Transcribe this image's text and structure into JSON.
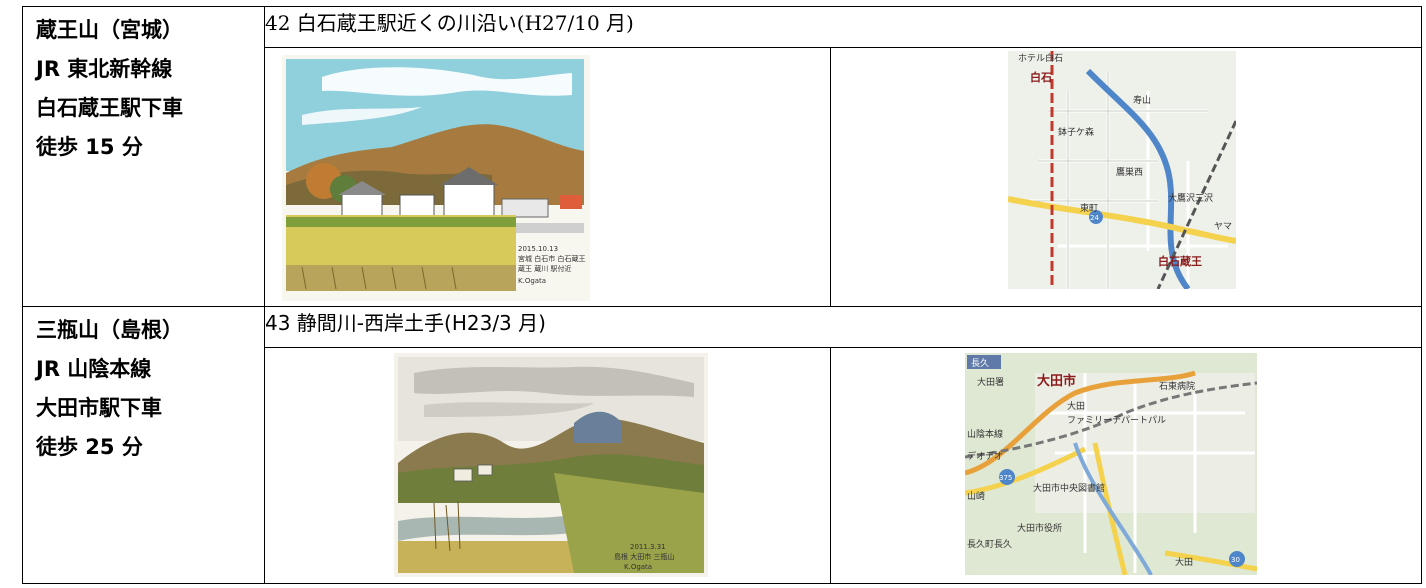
{
  "rows": [
    {
      "left": [
        "蔵王山（宮城）",
        "JR 東北新幹線",
        "白石蔵王駅下車",
        "徒歩 15 分"
      ],
      "heading": "42 白石蔵王駅近くの川沿い(H27/10 月)",
      "sketch": {
        "caption_lines": [
          "2015.10.13",
          "宮城 白石市 白石蔵王",
          "蔵王 蔵川 駅付近",
          "K.Ogata"
        ]
      },
      "map": {
        "labels": [
          "ホテル白石",
          "白石",
          "寿山",
          "鉢子ケ森",
          "鷹巣西",
          "東町",
          "24",
          "大鷹沢三沢",
          "白石蔵王",
          "ヤマ"
        ]
      }
    },
    {
      "left": [
        "三瓶山（島根）",
        "JR 山陰本線",
        "大田市駅下車",
        "徒歩 25 分"
      ],
      "heading": "43 静間川‐西岸土手(H23/3 月)",
      "sketch": {
        "caption_lines": [
          "2011.3.31",
          "島根 大田市 三瓶山",
          "K.Ogata"
        ]
      },
      "map": {
        "labels": [
          "長久",
          "大田署",
          "大田市",
          "石東病院",
          "大田",
          "ファミリーデパートパル",
          "山陰本線",
          "デオデオ",
          "375",
          "大田市中央図書館",
          "山崎",
          "大田市役所",
          "長久町長久",
          "30",
          "大田"
        ]
      }
    }
  ],
  "colors": {
    "river": "#4f86c9",
    "rail": "#c0392b",
    "road_yellow": "#f4d24d",
    "map_bg": "#eef0ea",
    "map_bg_green": "#dfe8d2"
  }
}
